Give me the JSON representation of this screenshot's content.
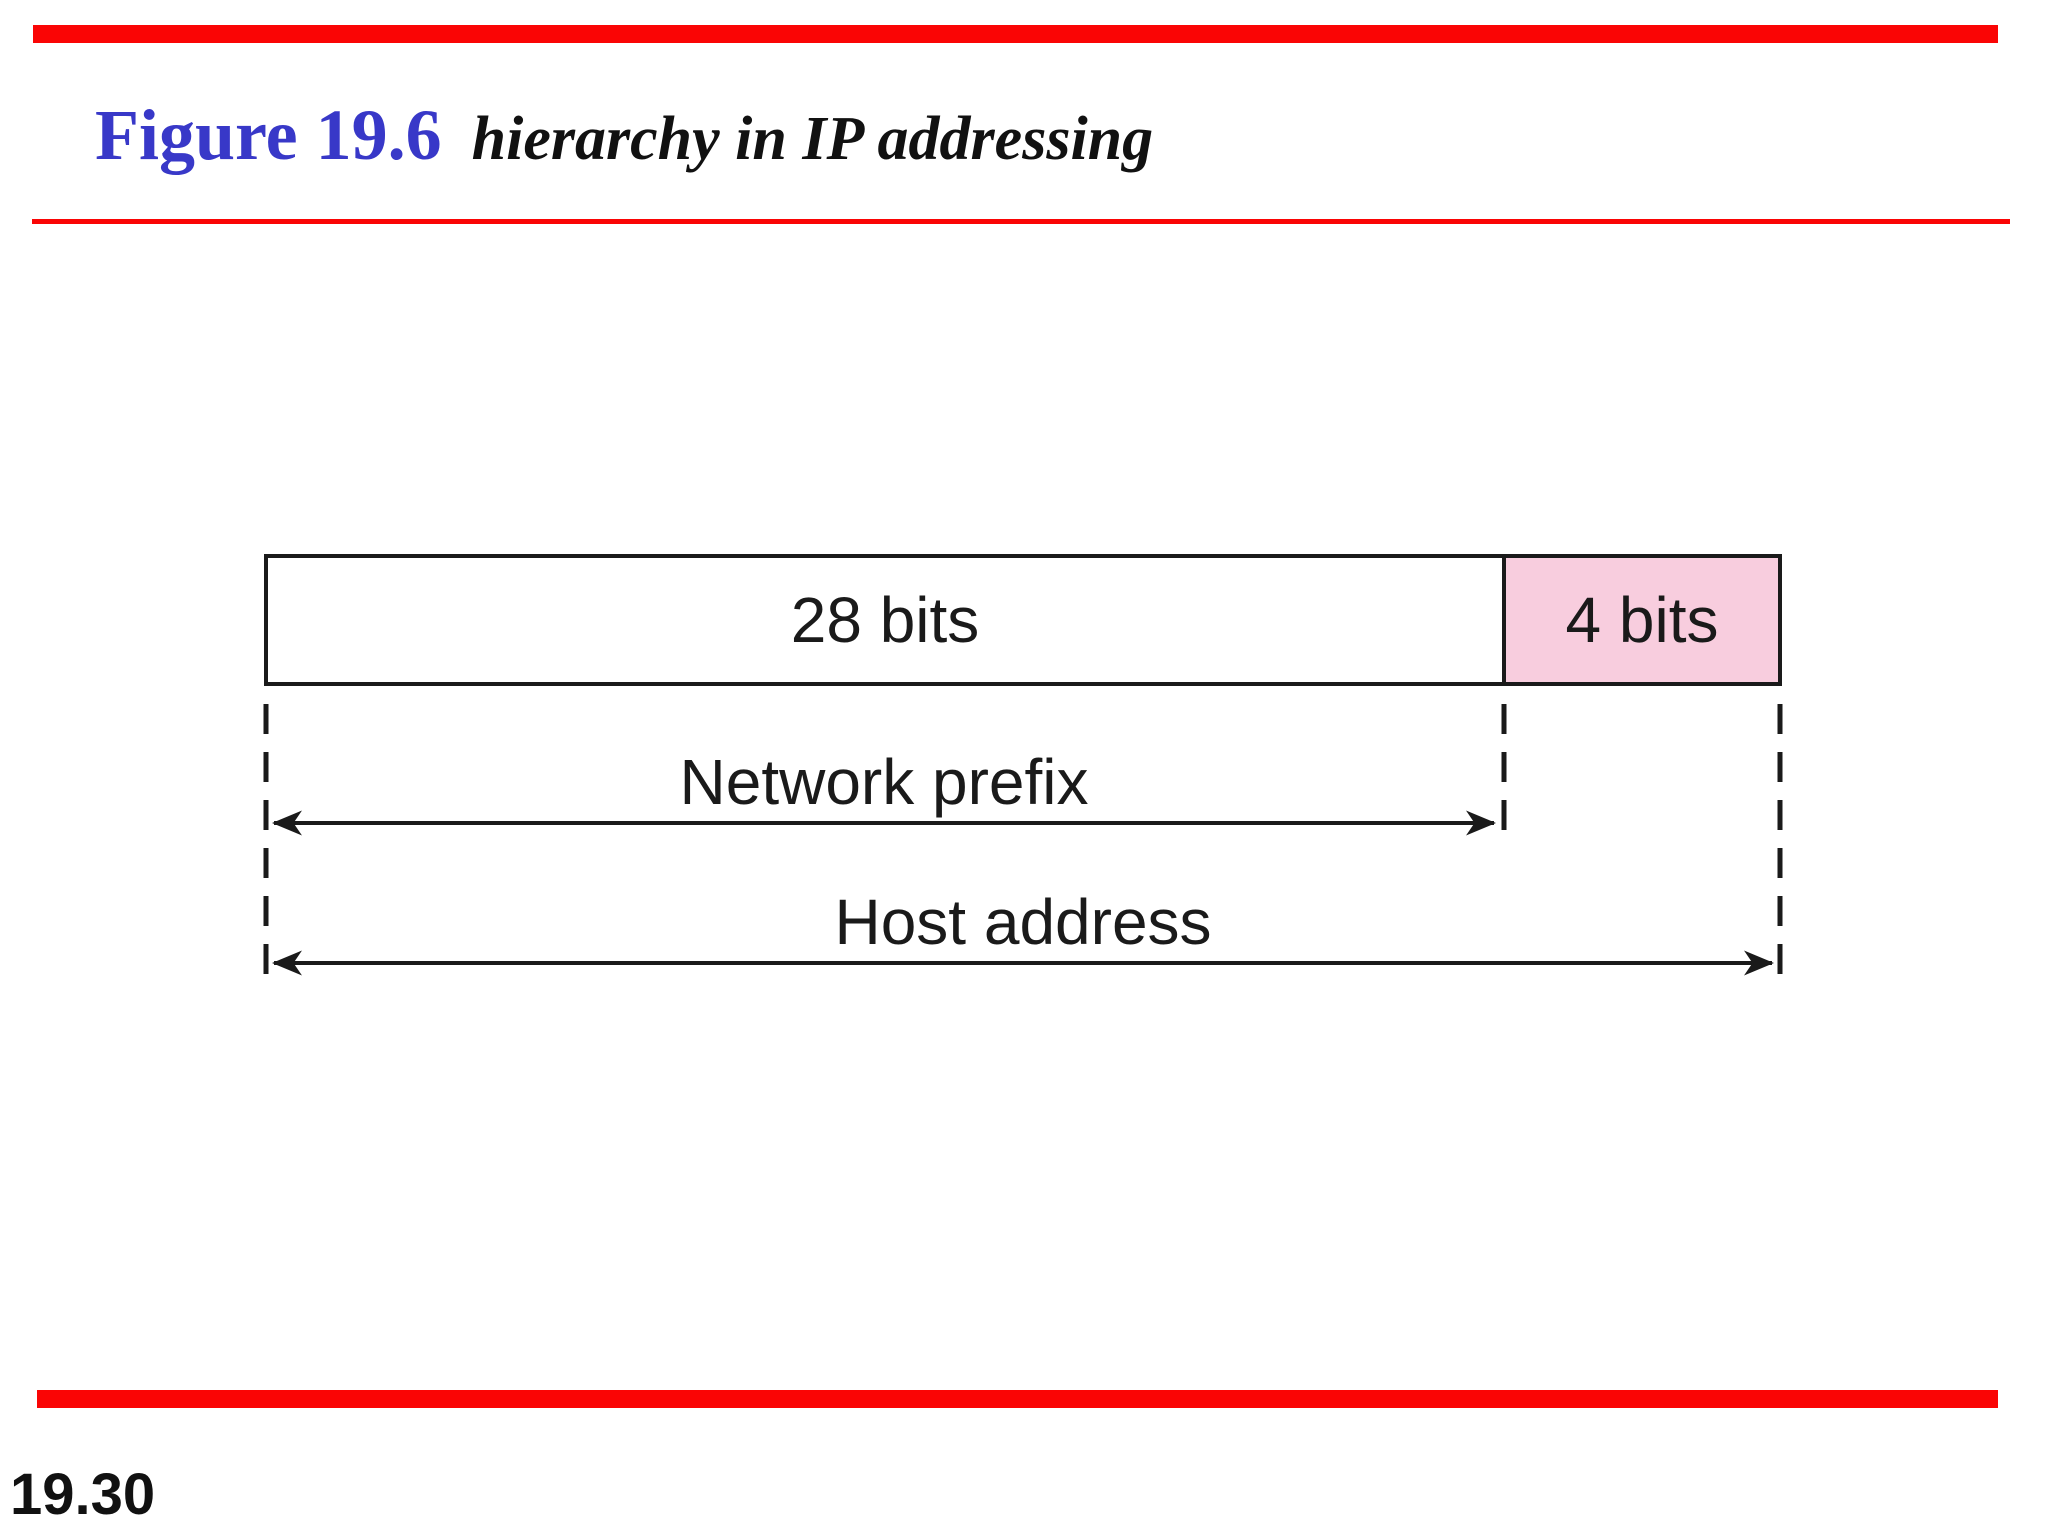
{
  "colors": {
    "accent_red": "#fa0505",
    "title_blue": "#3838c8",
    "field_pink": "#f8cdde",
    "line_black": "#1a1a1a"
  },
  "header": {
    "figure_label": "Figure 19.6",
    "figure_caption": "hierarchy in IP addressing"
  },
  "diagram": {
    "prefix_field_label": "28 bits",
    "suffix_field_label": "4 bits",
    "network_prefix_label": "Network prefix",
    "host_address_label": "Host address"
  },
  "footer": {
    "page_number": "19.30"
  }
}
